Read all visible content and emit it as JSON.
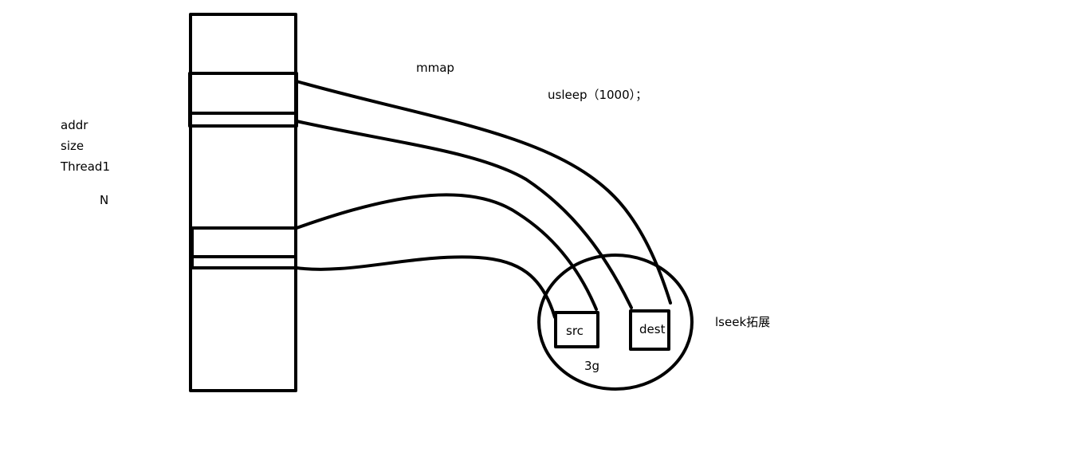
{
  "labels": {
    "mmap": "mmap",
    "usleep": "usleep（1000）；",
    "addr": "addr",
    "size": "size",
    "thread": "Thread1",
    "n": "N",
    "src": "src",
    "dest": "dest",
    "file_size": "3g",
    "lseek": "lseek拓展"
  },
  "colors": {
    "stroke": "#000000",
    "background": "#ffffff"
  }
}
